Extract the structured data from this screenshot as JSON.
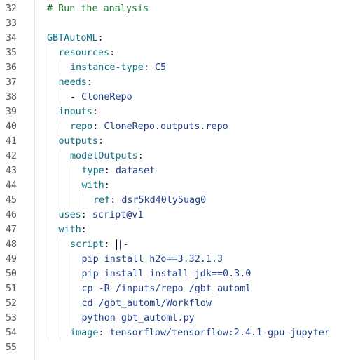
{
  "lines": [
    {
      "num": "32",
      "indent": 0,
      "comment": "# Run the analysis"
    },
    {
      "num": "33",
      "indent": 0
    },
    {
      "num": "34",
      "indent": 0,
      "key": "GBTAutoML",
      "sep": ":"
    },
    {
      "num": "35",
      "indent": 1,
      "key": "resources",
      "sep": ":"
    },
    {
      "num": "36",
      "indent": 2,
      "key": "instance-type",
      "sep": ": ",
      "value": "C5"
    },
    {
      "num": "37",
      "indent": 1,
      "key": "needs",
      "sep": ":"
    },
    {
      "num": "38",
      "indent": 2,
      "dash": "- ",
      "value": "CloneRepo"
    },
    {
      "num": "39",
      "indent": 1,
      "key": "inputs",
      "sep": ":"
    },
    {
      "num": "40",
      "indent": 2,
      "key": "repo",
      "sep": ": ",
      "value": "CloneRepo.outputs.repo"
    },
    {
      "num": "41",
      "indent": 1,
      "key": "outputs",
      "sep": ":"
    },
    {
      "num": "42",
      "indent": 2,
      "key": "modelOutputs",
      "sep": ":"
    },
    {
      "num": "43",
      "indent": 3,
      "key": "type",
      "sep": ": ",
      "value": "dataset"
    },
    {
      "num": "44",
      "indent": 3,
      "key": "with",
      "sep": ":"
    },
    {
      "num": "45",
      "indent": 4,
      "key": "ref",
      "sep": ": ",
      "value": "dsr5kd40ly5uag0"
    },
    {
      "num": "46",
      "indent": 1,
      "key": "uses",
      "sep": ": ",
      "value": "script@v1"
    },
    {
      "num": "47",
      "indent": 1,
      "key": "with",
      "sep": ":"
    },
    {
      "num": "48",
      "indent": 2,
      "key": "script",
      "sep": ": ",
      "value": "|-",
      "cursor": true
    },
    {
      "num": "49",
      "indent": 3,
      "value": "pip install h2o==3.32.1.3"
    },
    {
      "num": "50",
      "indent": 3,
      "value": "pip install install-jdk==0.3.0"
    },
    {
      "num": "51",
      "indent": 3,
      "value": "cp -R /inputs/repo /gbt_automl"
    },
    {
      "num": "52",
      "indent": 3,
      "value": "cd /gbt_automl/Workflow"
    },
    {
      "num": "53",
      "indent": 3,
      "value": "python gbt_automl.py"
    },
    {
      "num": "54",
      "indent": 2,
      "key": "image",
      "sep": ": ",
      "value": "tensorflow/tensorflow:2.4.1-gpu-jupyter"
    },
    {
      "num": "55",
      "indent": 0
    }
  ]
}
